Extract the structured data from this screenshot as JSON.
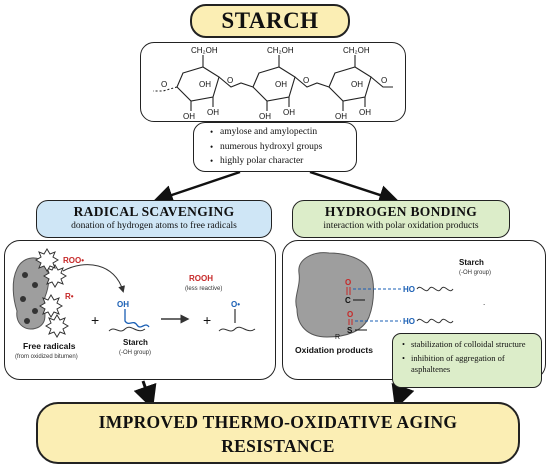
{
  "starch_title": "STARCH",
  "structure": {
    "groups": [
      "CH₂OH",
      "OH",
      "OH",
      "O"
    ]
  },
  "properties": [
    "amylose and amylopectin",
    "numerous hydroxyl groups",
    "highly polar character"
  ],
  "radical_scavenging": {
    "title": "RADICAL SCAVENGING",
    "subtitle": "donation of hydrogen atoms to free radicals",
    "roo_label": "ROO•",
    "r_label": "R•",
    "oh_label": "OH",
    "rooh_label": "ROOH",
    "rooh_note": "(less reactive)",
    "o_radical_label": "O•",
    "plus": "+",
    "free_radicals_label": "Free radicals",
    "free_radicals_note": "(from oxidized bitumen)",
    "starch_label": "Starch",
    "starch_note": "(-OH group)"
  },
  "hydrogen_bonding": {
    "title": "HYDROGEN BONDING",
    "subtitle": "interaction with polar oxidation products",
    "starch_label": "Starch",
    "starch_note": "(-OH group)",
    "ho_label": "HO",
    "o_label": "O",
    "c_label": "C",
    "s_label": "S",
    "r_label": "R",
    "oxidation_products_label": "Oxidation products",
    "dot": "."
  },
  "effects": [
    "stabilization of colloidal structure",
    "inhibition of aggregation of asphaltenes"
  ],
  "result_lines": [
    "IMPROVED THERMO-OXIDATIVE AGING",
    "RESISTANCE"
  ],
  "colors": {
    "cream": "#fbeeb4",
    "blue": "#cfe6f6",
    "green": "#dcedc9",
    "red_label": "#c62828",
    "blue_label": "#1a5fb4"
  }
}
